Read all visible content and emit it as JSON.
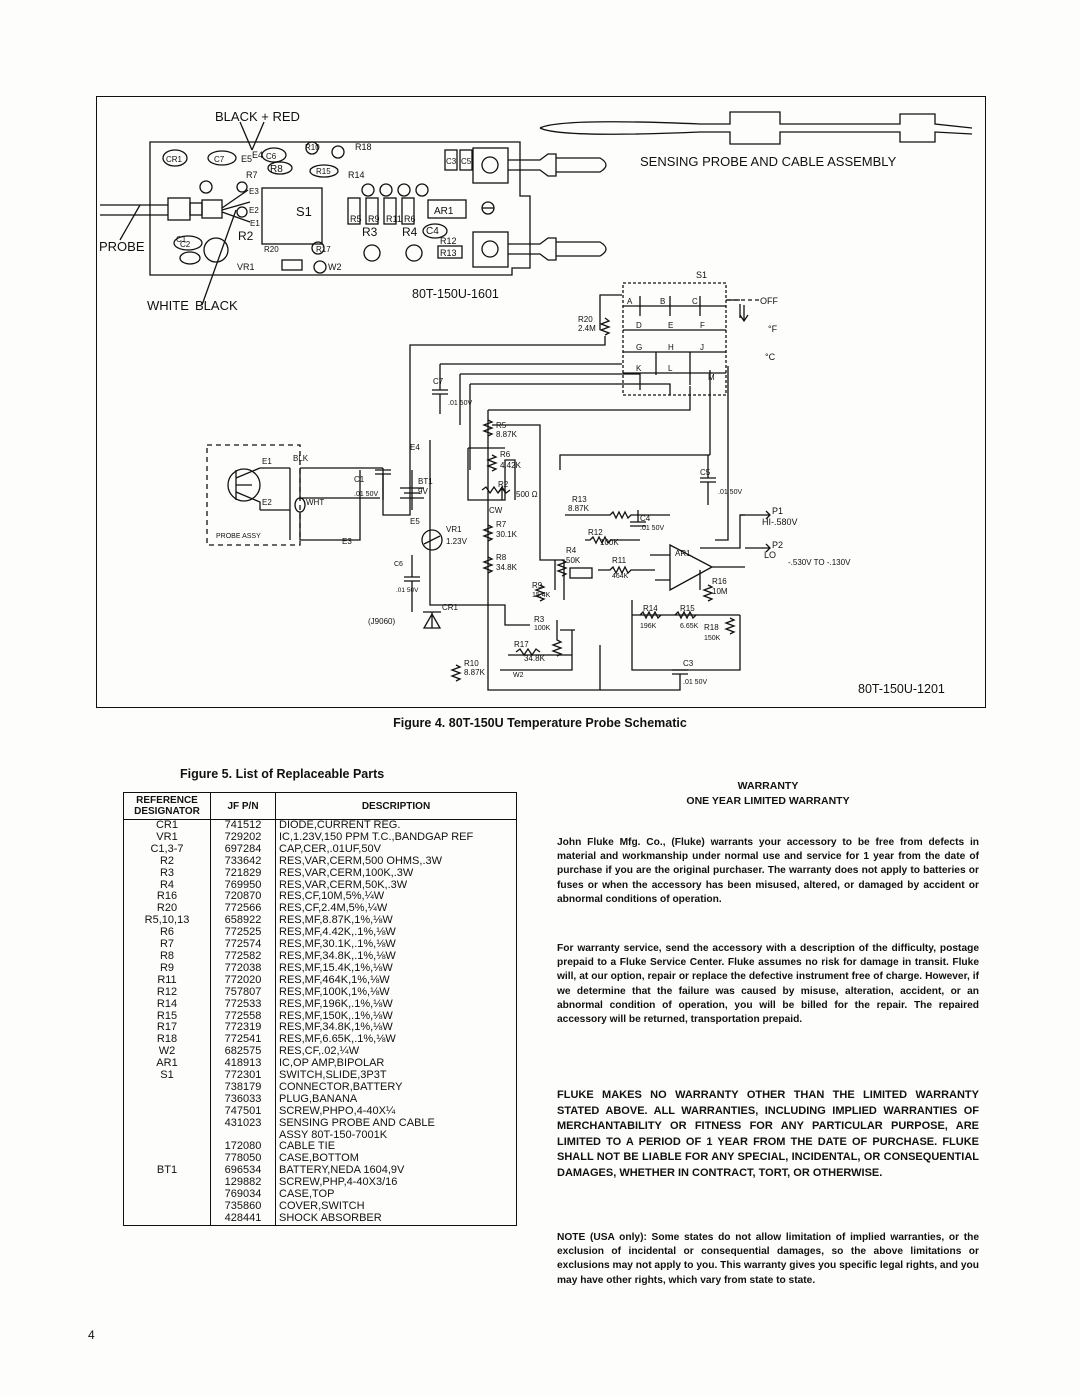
{
  "schematic": {
    "label_black_red": "BLACK + RED",
    "label_probe": "PROBE",
    "label_white": "WHITE",
    "label_black": "BLACK",
    "label_assembly_title": "SENSING PROBE AND CABLE ASSEMBLY",
    "part_number_top": "80T-150U-1601",
    "part_number_bottom": "80T-150U-1201",
    "label_off": "OFF",
    "label_f": "°F",
    "label_c": "°C",
    "label_s1": "S1",
    "label_p1": "P1",
    "label_hi": "HI-.580V",
    "label_p2": "P2",
    "label_lo": "LO",
    "label_lo_range": "-.530V TO -.130V",
    "label_blk": "BLK",
    "label_wht": "WHT",
    "label_probe_assy": "PROBE ASSY",
    "label_e1": "E1",
    "label_e2": "E2",
    "label_e3": "E3",
    "label_e4": "E4",
    "label_e5": "E5",
    "label_vr1": "VR1",
    "label_vr1_value": "1.23V",
    "label_bt1": "BT1",
    "label_bt1_value": "9V",
    "label_j9060": "(J9060)",
    "label_cr1": "CR1",
    "label_r20": "R20",
    "label_r20_value": "2.4M",
    "label_c7": "C7",
    "label_c7_value": ".01 50V",
    "label_r5": "R5",
    "label_r5_value": "8.87K",
    "label_r6": "R6",
    "label_r6_value": "4.42K",
    "label_r2": "R2",
    "label_r2_value": "500 Ω",
    "label_r7": "R7",
    "label_r7_value": "30.1K",
    "label_r8": "R8",
    "label_r8_value": "34.8K",
    "label_r9": "R9",
    "label_r9_value": "15.4K",
    "label_r3": "R3",
    "label_r3_value": "100K",
    "label_r17": "R17",
    "label_r17_value": "34.8K",
    "label_r10": "R10",
    "label_r10_value": "8.87K",
    "label_w2": "W2",
    "label_r13": "R13",
    "label_r13_value": "8.87K",
    "label_r12": "R12",
    "label_r12_value": "100K",
    "label_r4": "R4",
    "label_r4_value": "50K",
    "label_r11": "R11",
    "label_r11_value": "464K",
    "label_c4": "C4",
    "label_c4_value": ".01 50V",
    "label_c5": "C5",
    "label_c5_value": ".01 50V",
    "label_ar1": "AR1",
    "label_r16": "R16",
    "label_r16_value": "10M",
    "label_r14": "R14",
    "label_r14_value": "196K",
    "label_r15": "R15",
    "label_r15_value": "6.65K",
    "label_r18": "R18",
    "label_r18_value": "150K",
    "label_c3": "C3",
    "label_c3_value": ".01 50V",
    "label_c1": "C1",
    "label_c1_value": ".01 50V",
    "label_c6": "C6",
    "label_c6_value": ".01 50V",
    "label_cw": "CW",
    "board_labels": [
      "CR1",
      "C7",
      "C6",
      "R10",
      "R18",
      "E5",
      "E4",
      "R8",
      "R15",
      "R14",
      "R7",
      "S1",
      "R5",
      "R9",
      "R11",
      "R6",
      "AR1",
      "C2",
      "R2",
      "R3",
      "R4",
      "C4",
      "R12",
      "R13",
      "R20",
      "R17",
      "VR1",
      "W2",
      "E1",
      "E2",
      "E3",
      "C3",
      "C5",
      "C1"
    ],
    "switch_letters": [
      "A",
      "B",
      "C",
      "D",
      "E",
      "F",
      "G",
      "H",
      "J",
      "K",
      "L",
      "M"
    ]
  },
  "figure4_caption": "Figure 4. 80T-150U Temperature Probe Schematic",
  "figure5_caption": "Figure 5. List of Replaceable Parts",
  "parts_table": {
    "headers": {
      "ref": "REFERENCE DESIGNATOR",
      "pn": "JF P/N",
      "desc": "DESCRIPTION"
    },
    "rows": [
      {
        "ref": "CR1",
        "pn": "741512",
        "desc": "DIODE,CURRENT REG."
      },
      {
        "ref": "VR1",
        "pn": "729202",
        "desc": "IC,1.23V,150 PPM T.C.,BANDGAP REF"
      },
      {
        "ref": "C1,3-7",
        "pn": "697284",
        "desc": "CAP,CER,.01UF,50V"
      },
      {
        "ref": "R2",
        "pn": "733642",
        "desc": "RES,VAR,CERM,500 OHMS,.3W"
      },
      {
        "ref": "R3",
        "pn": "721829",
        "desc": "RES,VAR,CERM,100K,.3W"
      },
      {
        "ref": "R4",
        "pn": "769950",
        "desc": "RES,VAR,CERM,50K,.3W"
      },
      {
        "ref": "R16",
        "pn": "720870",
        "desc": "RES,CF,10M,5%,¼W"
      },
      {
        "ref": "R20",
        "pn": "772566",
        "desc": "RES,CF,2.4M,5%,¼W"
      },
      {
        "ref": "R5,10,13",
        "pn": "658922",
        "desc": "RES,MF,8.87K,1%,⅛W"
      },
      {
        "ref": "R6",
        "pn": "772525",
        "desc": "RES,MF,4.42K,.1%,⅛W"
      },
      {
        "ref": "R7",
        "pn": "772574",
        "desc": "RES,MF,30.1K,.1%,⅛W"
      },
      {
        "ref": "R8",
        "pn": "772582",
        "desc": "RES,MF,34.8K,.1%,⅛W"
      },
      {
        "ref": "R9",
        "pn": "772038",
        "desc": "RES,MF,15.4K,1%,⅛W"
      },
      {
        "ref": "R11",
        "pn": "772020",
        "desc": "RES,MF,464K,1%,⅛W"
      },
      {
        "ref": "R12",
        "pn": "757807",
        "desc": "RES,MF,100K,1%,⅛W"
      },
      {
        "ref": "R14",
        "pn": "772533",
        "desc": "RES,MF,196K,.1%,⅛W"
      },
      {
        "ref": "R15",
        "pn": "772558",
        "desc": "RES,MF,150K,.1%,⅛W"
      },
      {
        "ref": "R17",
        "pn": "772319",
        "desc": "RES,MF,34.8K,1%,⅛W"
      },
      {
        "ref": "R18",
        "pn": "772541",
        "desc": "RES,MF,6.65K,.1%,⅛W"
      },
      {
        "ref": "W2",
        "pn": "682575",
        "desc": "RES,CF,.02,¼W"
      },
      {
        "ref": "AR1",
        "pn": "418913",
        "desc": "IC,OP AMP,BIPOLAR"
      },
      {
        "ref": "S1",
        "pn": "772301",
        "desc": "SWITCH,SLIDE,3P3T"
      },
      {
        "ref": "",
        "pn": "738179",
        "desc": "CONNECTOR,BATTERY"
      },
      {
        "ref": "",
        "pn": "736033",
        "desc": "PLUG,BANANA"
      },
      {
        "ref": "",
        "pn": "747501",
        "desc": "SCREW,PHPO,4-40X¼"
      },
      {
        "ref": "",
        "pn": "431023",
        "desc": "SENSING PROBE AND CABLE"
      },
      {
        "ref": "",
        "pn": "",
        "desc": "ASSY 80T-150-7001K"
      },
      {
        "ref": "",
        "pn": "172080",
        "desc": "CABLE TIE"
      },
      {
        "ref": "",
        "pn": "778050",
        "desc": "CASE,BOTTOM"
      },
      {
        "ref": "BT1",
        "pn": "696534",
        "desc": "BATTERY,NEDA 1604,9V"
      },
      {
        "ref": "",
        "pn": "129882",
        "desc": "SCREW,PHP,4-40X3/16"
      },
      {
        "ref": "",
        "pn": "769034",
        "desc": "CASE,TOP"
      },
      {
        "ref": "",
        "pn": "735860",
        "desc": "COVER,SWITCH"
      },
      {
        "ref": "",
        "pn": "428441",
        "desc": "SHOCK ABSORBER"
      }
    ]
  },
  "warranty": {
    "title": "WARRANTY",
    "subtitle": "ONE YEAR LIMITED WARRANTY",
    "para1": "John Fluke Mfg. Co., (Fluke) warrants your accessory to be free from defects in material and workmanship under normal use and service for 1 year from the date of purchase if you are the original purchaser. The warranty does not apply to batteries or fuses or when the accessory has been misused, altered, or damaged by accident or abnormal conditions of operation.",
    "para2": "For warranty service, send the accessory with a description of the difficulty, postage prepaid to a Fluke Service Center. Fluke assumes no risk for damage in transit. Fluke will, at our option, repair or replace the defective instrument free of charge. However, if we determine that the failure was caused by misuse, alteration, accident, or an abnormal condition of operation, you will be billed for the repair. The repaired accessory will be returned, transportation prepaid.",
    "para3": "FLUKE MAKES NO WARRANTY OTHER THAN THE LIMITED WARRANTY STATED ABOVE. ALL WARRANTIES, INCLUDING IMPLIED WARRANTIES OF MERCHANTABILITY OR FITNESS FOR ANY PARTICULAR PURPOSE, ARE LIMITED TO A PERIOD OF 1 YEAR FROM THE DATE OF PURCHASE. FLUKE SHALL NOT BE LIABLE FOR ANY SPECIAL, INCIDENTAL, OR CONSEQUENTIAL DAMAGES, WHETHER IN CONTRACT, TORT, OR OTHERWISE.",
    "para4": "NOTE (USA only): Some states do not allow limitation of implied warranties, or the exclusion of incidental or consequential damages, so the above limitations or exclusions may not apply to you. This warranty gives you specific legal rights, and you may have other rights, which vary from state to state."
  },
  "page_number": "4"
}
